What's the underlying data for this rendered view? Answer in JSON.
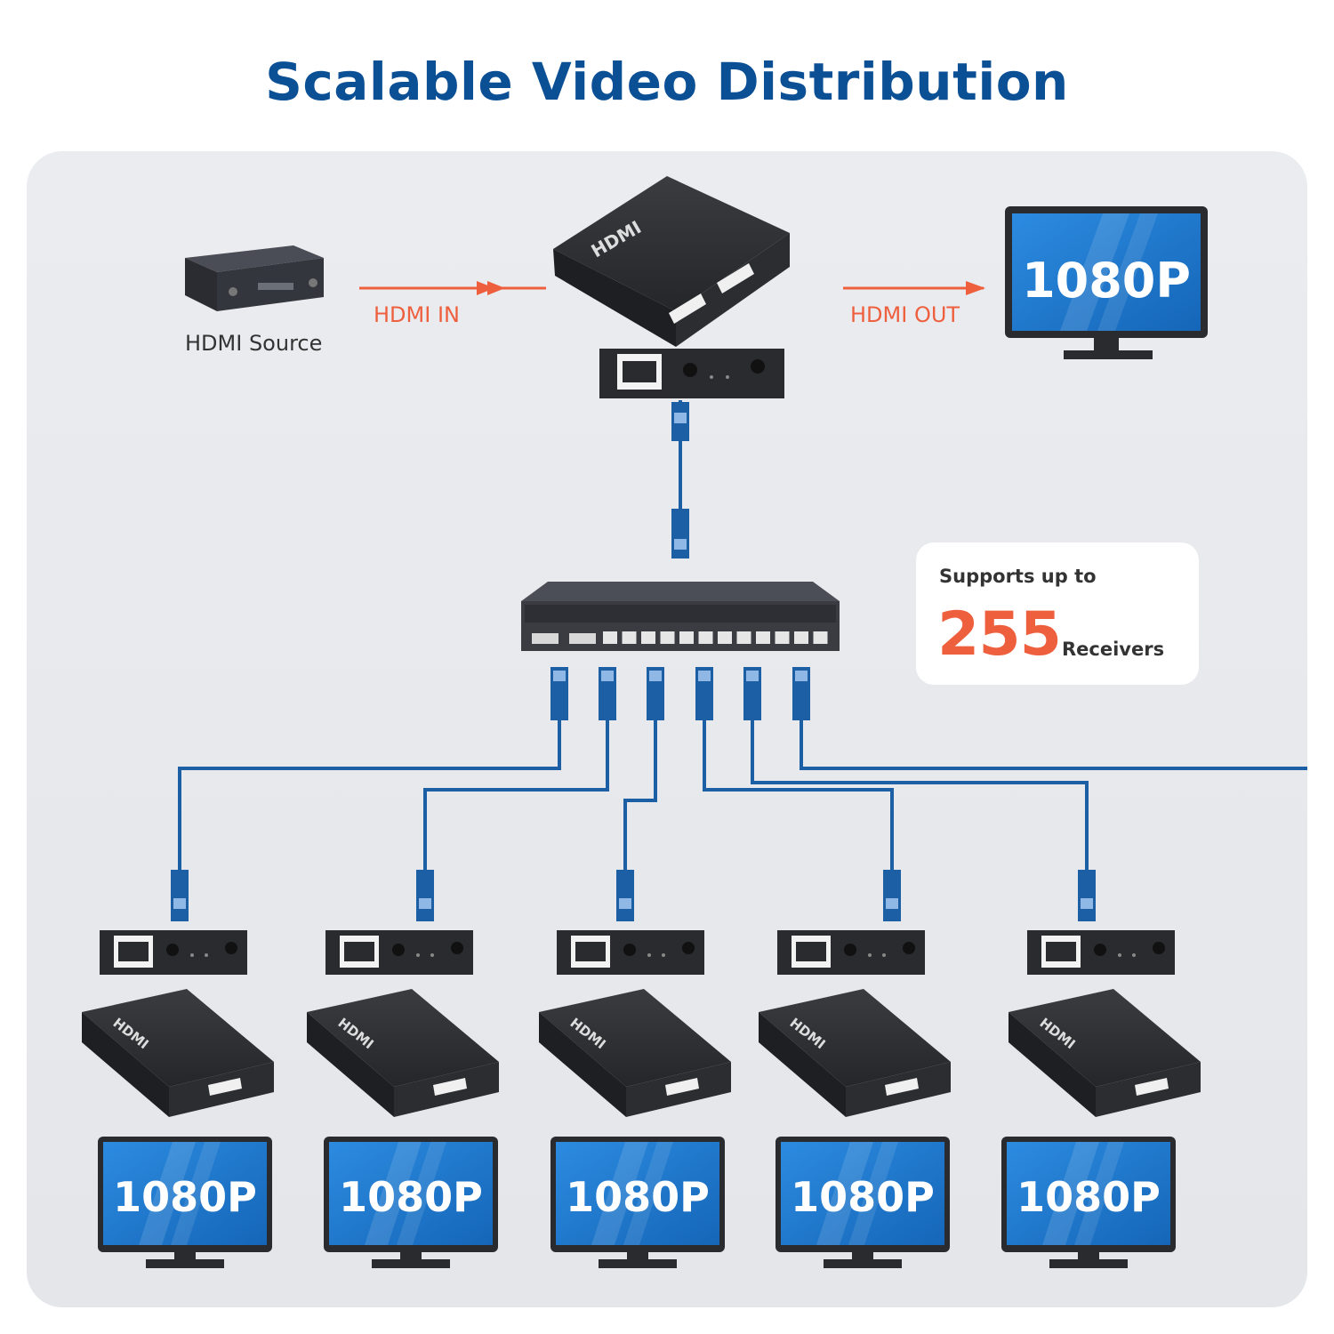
{
  "title": "Scalable Video Distribution",
  "source": {
    "label": "HDMI Source"
  },
  "links": {
    "input_label": "HDMI IN",
    "output_label": "HDMI OUT"
  },
  "info": {
    "prefix": "Supports up to",
    "count": "255",
    "unit": "Receivers"
  },
  "monitor_resolution": "1080P",
  "device_marking": "HDMI",
  "receivers": [
    {
      "monitor": "1080P"
    },
    {
      "monitor": "1080P"
    },
    {
      "monitor": "1080P"
    },
    {
      "monitor": "1080P"
    },
    {
      "monitor": "1080P"
    }
  ],
  "colors": {
    "title": "#0b4f95",
    "accent": "#ee5f3d",
    "cable": "#1d5fa5",
    "screen": "#1a73c9",
    "device": "#2a2b2e"
  }
}
